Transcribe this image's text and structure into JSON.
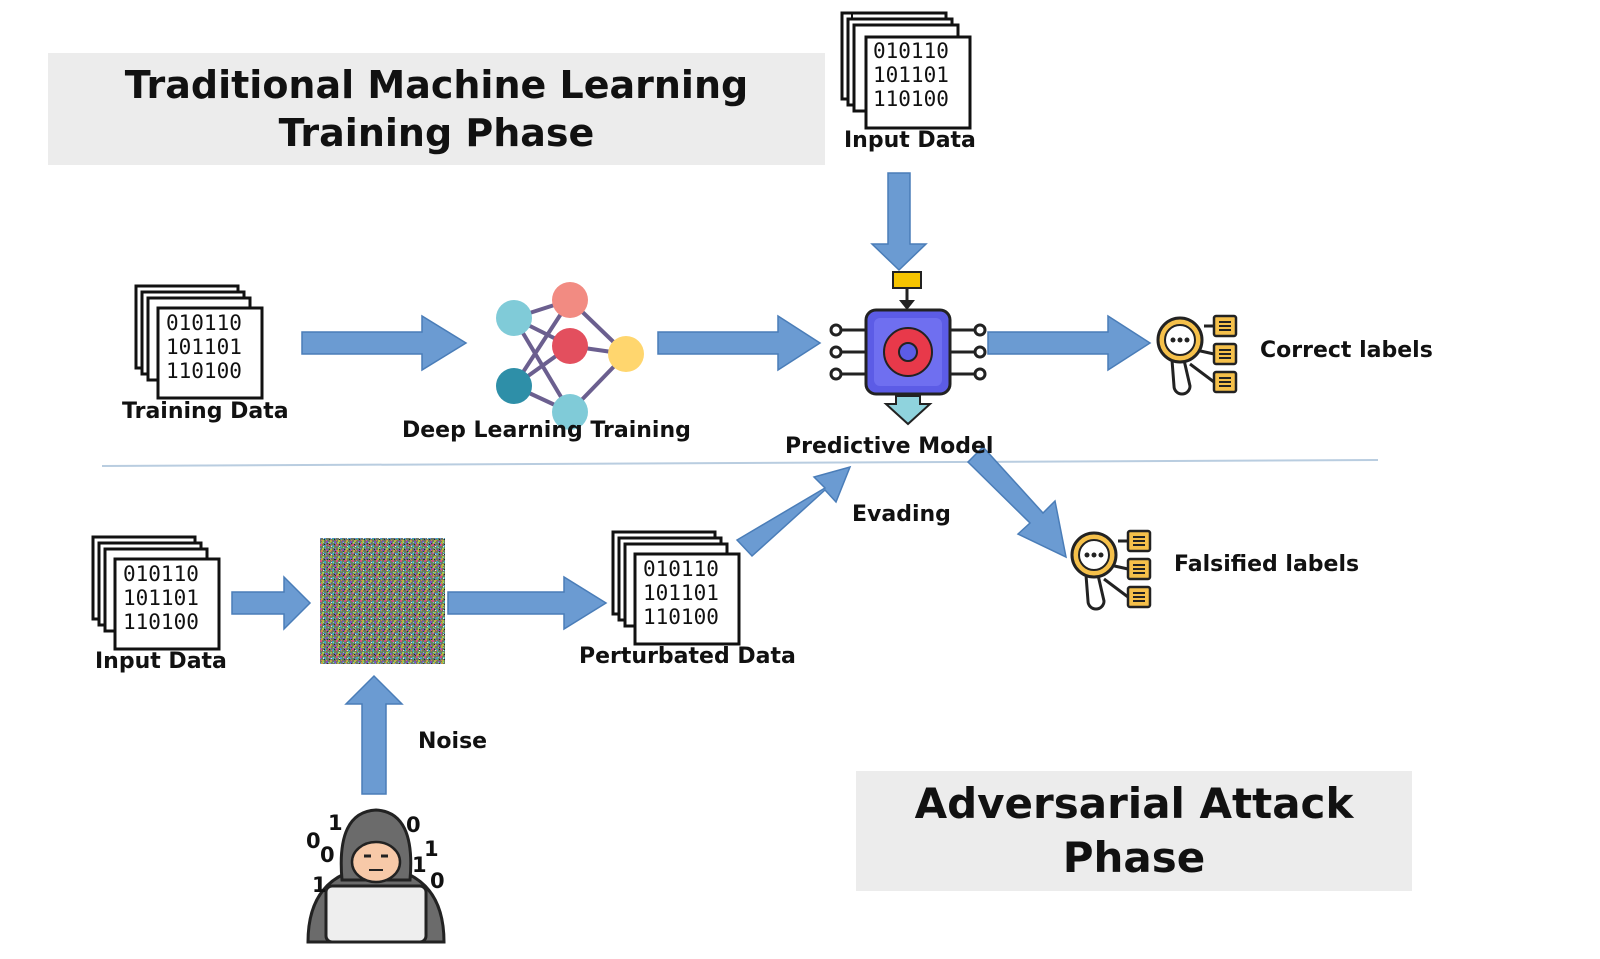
{
  "titles": {
    "traditional": [
      "Traditional Machine Learning",
      "Training Phase"
    ],
    "adversarial": [
      "Adversarial Attack",
      "Phase"
    ]
  },
  "binary_lines": [
    "010110",
    "101101",
    "110100"
  ],
  "labels": {
    "input_data_top": "Input Data",
    "training_data": "Training Data",
    "deep_learning_training": "Deep Learning Training",
    "predictive_model": "Predictive Model",
    "correct_labels": "Correct labels",
    "evading": "Evading",
    "falsified_labels": "Falsified labels",
    "input_data_bottom": "Input Data",
    "perturbated_data": "Perturbated Data",
    "noise": "Noise"
  },
  "hacker_digits": [
    "0",
    "1",
    "0",
    "0",
    "1",
    "1",
    "0",
    "1"
  ],
  "colors": {
    "arrow_fill": "#6b9bd2",
    "arrow_stroke": "#4a7db8",
    "title_bg": "#ececec",
    "divider": "#b9cde0",
    "chip_body": "#5c5ce6",
    "chip_core": "#e8394a",
    "chip_connector": "#f6c400",
    "chip_output": "#8fd3dd",
    "node_coral": "#f28b82",
    "node_red": "#e34f5e",
    "node_teal_light": "#80cbd8",
    "node_teal_dark": "#2e8fa8",
    "node_yellow": "#ffd66e",
    "edge_color": "#6b5f8f",
    "label_icon_ring": "#f5c04a"
  },
  "icons": {
    "binary_data": "binary-data-icon",
    "neural_network": "neural-network-icon",
    "predictive_model": "ai-chip-icon",
    "labels": "classification-labels-icon",
    "noise": "noise-pattern",
    "hacker": "hacker-icon"
  }
}
